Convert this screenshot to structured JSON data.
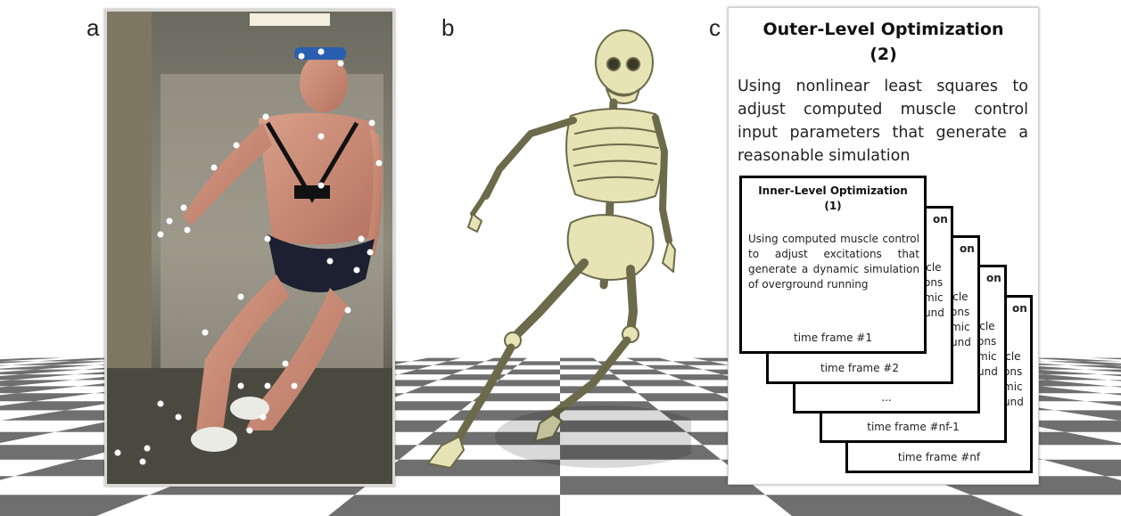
{
  "panels": {
    "a": {
      "letter": "a"
    },
    "b": {
      "letter": "b"
    },
    "c": {
      "letter": "c",
      "outer_title_line1": "Outer-Level Optimization",
      "outer_title_line2": "(2)",
      "outer_body": "Using nonlinear least squares to adjust computed muscle control input parameters that generate a reasonable simulation",
      "inner_title_line1": "Inner-Level Optimization",
      "inner_title_line2": "(1)",
      "inner_body": "Using computed muscle control to adjust excitations that generate a dynamic simulation of overground running",
      "frames": [
        "time frame #1",
        "time frame #2",
        "...",
        "time frame #nf-1",
        "time frame #nf"
      ],
      "visible_fragments": {
        "title_tail_1": "on",
        "title_tail_2": "on",
        "title_tail_3": "on",
        "title_tail_4": "on",
        "body_tails": [
          "scle",
          "ons",
          "mic",
          "und"
        ]
      }
    }
  },
  "colors": {
    "checker_dark": "#6f6f6f",
    "checker_light": "#ffffff",
    "bone": "#e6e3b4",
    "bone_outline": "#6b6a4a",
    "marker": "#ffffff",
    "headband": "#2a5fb0"
  }
}
